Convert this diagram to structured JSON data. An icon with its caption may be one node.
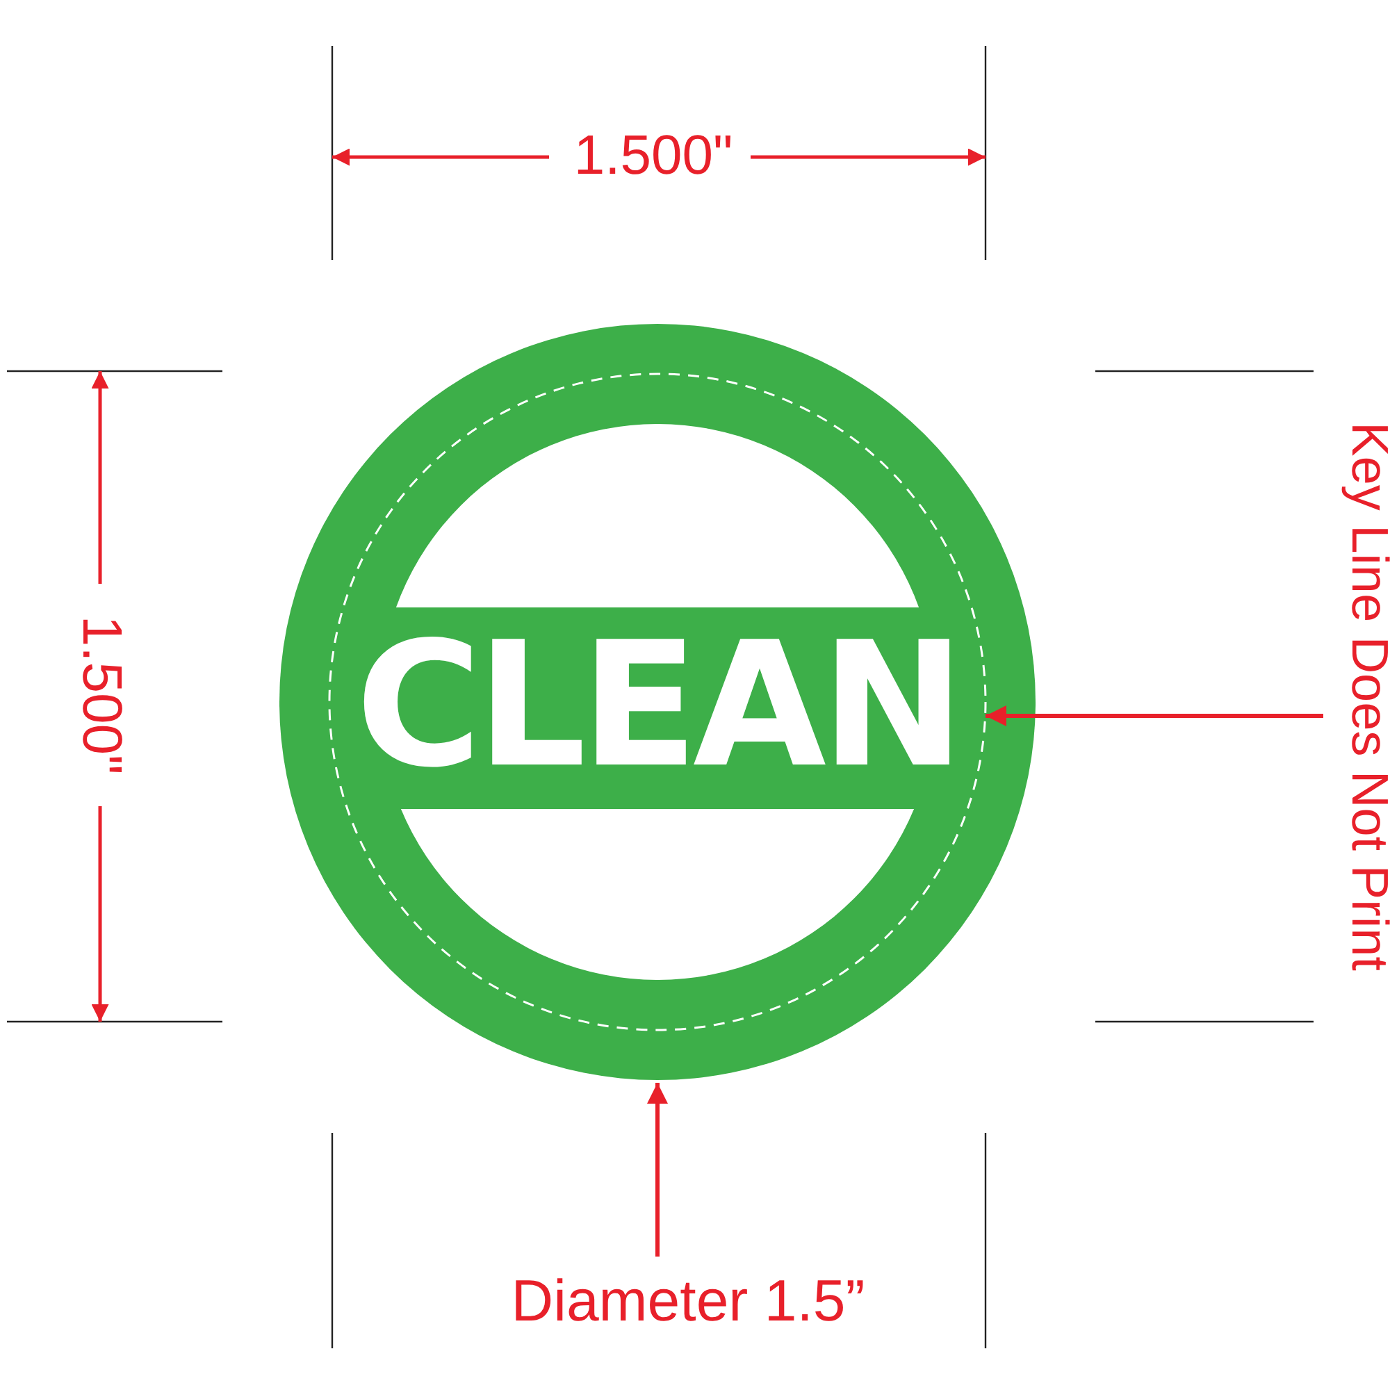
{
  "diagram": {
    "nodes": [
      {
        "text": [],
        "shape": "circle"
      },
      {
        "text": [],
        "shape": "circle",
        "in": 0
      },
      {
        "text": [
          "CLEAN"
        ],
        "in": 1
      },
      {
        "text": [
          "Key Line Does Not Print"
        ]
      },
      {
        "text": [
          "Diameter 1.5”"
        ]
      }
    ],
    "edges": [
      {
        "from": 3,
        "to": 1,
        "arrow": "to"
      },
      {
        "from": 4,
        "to": 0,
        "arrow": "to"
      }
    ],
    "labels": [
      "1.500\"",
      "1.500\""
    ]
  }
}
